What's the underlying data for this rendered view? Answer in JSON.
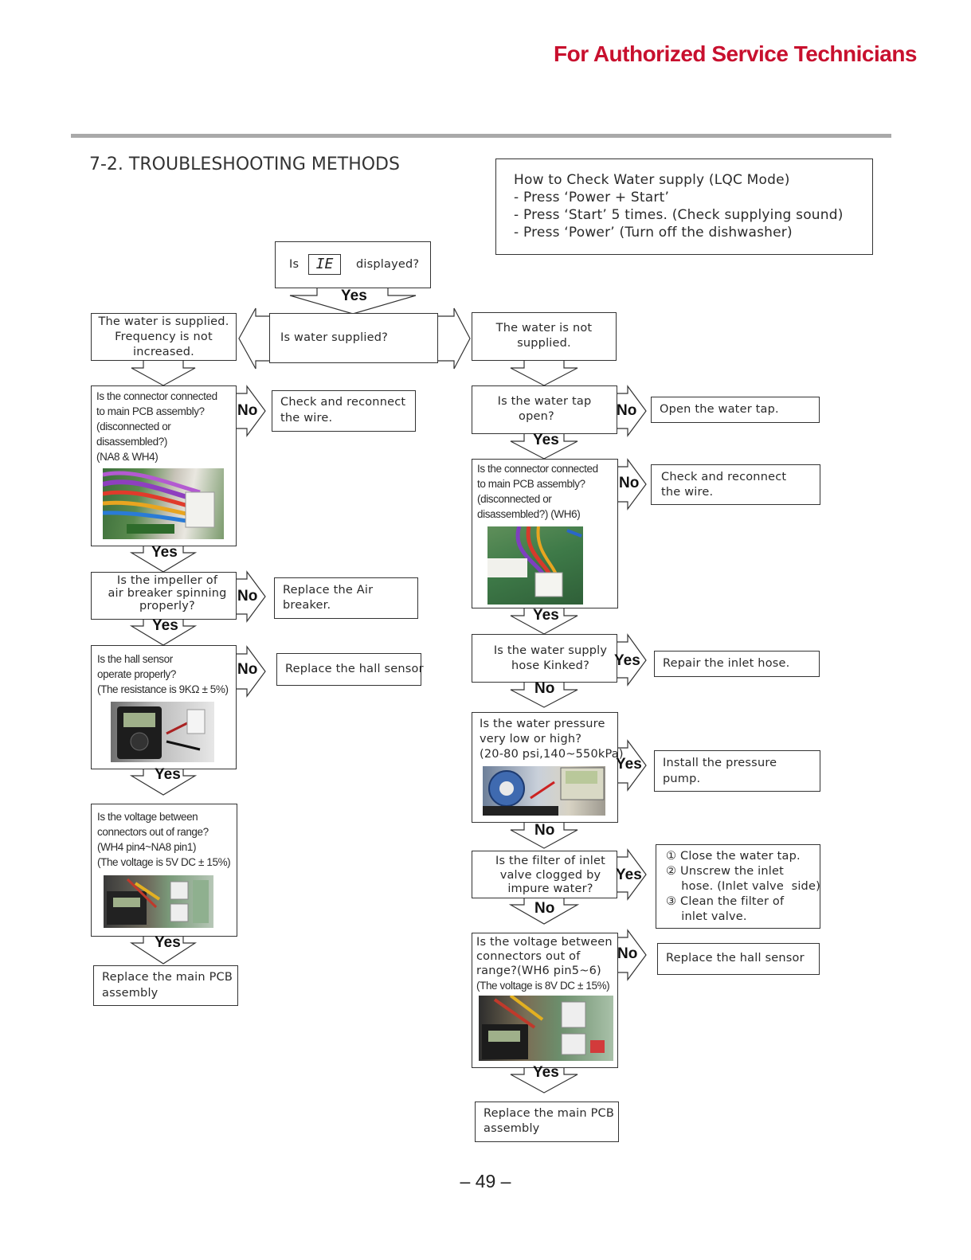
{
  "header": {
    "brand_text": "For Authorized Service Technicians",
    "brand_color": "#c8102e",
    "rule_color": "#a9a9a9"
  },
  "section_title": "7-2. TROUBLESHOOTING METHODS",
  "info_box": {
    "lines": [
      "How  to  Check  Water supply (LQC  Mode)",
      "- Press  ‘Power + Start’",
      "- Press  ‘Start’ 5 times. (Check  supplying  sound)",
      "- Press  ‘Power’ (Turn  off  the  dishwasher)"
    ]
  },
  "top": {
    "is_text": "Is",
    "display_code": "IE",
    "displayed_text": "displayed?",
    "yes": "Yes",
    "water_supplied_q": "Is water supplied?",
    "left_result": [
      "The water is supplied.",
      "Frequency is  not",
      "increased."
    ],
    "right_result": [
      "The water is not",
      "supplied."
    ]
  },
  "left": {
    "q1": [
      "Is the connector connected",
      "to main PCB assembly?",
      "(disconnected or",
      "disassembled?)",
      "(NA8 & WH4)"
    ],
    "q1_no": "No",
    "a1": [
      "Check and reconnect",
      "the wire."
    ],
    "q1_yes": "Yes",
    "q2": [
      "Is the impeller  of",
      "air breaker spinning",
      "properly?"
    ],
    "q2_no": "No",
    "a2": [
      "Replace the Air",
      "breaker."
    ],
    "q2_yes": "Yes",
    "q3": [
      "Is the hall sensor",
      "operate properly?",
      "(The resistance is 9KΩ ± 5%)"
    ],
    "q3_no": "No",
    "a3": "Replace the hall sensor",
    "q3_yes": "Yes",
    "q4": [
      "Is the voltage between",
      "connectors out of range?",
      "(WH4 pin4~NA8 pin1)",
      "(The voltage is 5V DC ± 15%)"
    ],
    "q4_yes": "Yes",
    "final": [
      "Replace the main PCB",
      "assembly"
    ]
  },
  "right": {
    "q1": [
      "Is the water tap",
      "open?"
    ],
    "q1_no": "No",
    "a1": "Open the water tap.",
    "q1_yes": "Yes",
    "q2": [
      "Is the connector connected",
      "to main PCB assembly?",
      "(disconnected or",
      "disassembled?) (WH6)"
    ],
    "q2_no": "No",
    "a2": [
      "Check and reconnect",
      "the wire."
    ],
    "q2_yes": "Yes",
    "q3": [
      "Is the water supply",
      "hose Kinked?"
    ],
    "q3_yes": "Yes",
    "a3": "Repair the inlet hose.",
    "q3_no": "No",
    "q4": [
      "Is the water pressure",
      "very low or high?",
      "(20-80 psi,140~550kPa)"
    ],
    "q4_yes": "Yes",
    "a4": [
      "Install the pressure",
      "pump."
    ],
    "q4_no": "No",
    "q5": [
      "Is the filter of inlet",
      "valve clogged by",
      "impure water?"
    ],
    "q5_yes": "Yes",
    "a5": [
      "① Close the water tap.",
      "② Unscrew the inlet",
      "    hose. (Inlet valve  side)",
      "③ Clean the filter of",
      "    inlet valve."
    ],
    "q5_no": "No",
    "q6": [
      "Is the voltage between",
      "connectors out of",
      "range?(WH6 pin5~6)",
      "(The voltage is 8V DC ± 15%)"
    ],
    "q6_no": "No",
    "a6": "Replace the hall sensor",
    "q6_yes": "Yes",
    "final": [
      "Replace the main PCB",
      "assembly"
    ]
  },
  "page_number": "– 49 –"
}
